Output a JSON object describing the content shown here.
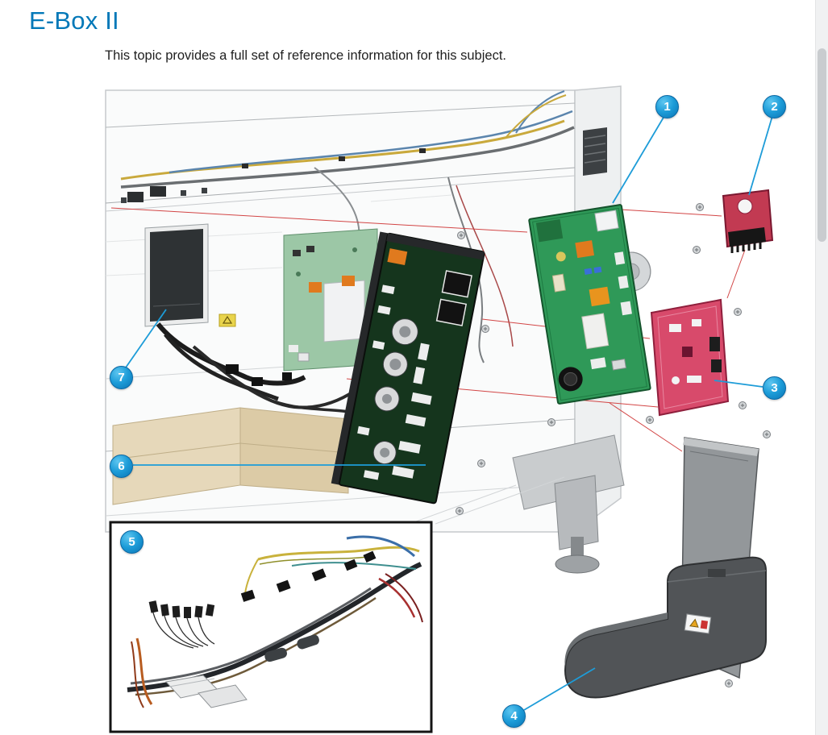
{
  "page": {
    "title": "E-Box II",
    "subtitle": "This topic provides a full set of reference information for this subject."
  },
  "colors": {
    "heading_blue": "#0278b8",
    "callout_blue": "#1d9cd8",
    "alignment_red": "#d24545",
    "pcb_green": "#2f9958",
    "pcb_pink": "#d84a6b",
    "pcb_red": "#c23a52",
    "cover_gray": "#515457"
  },
  "callouts": [
    {
      "number": "1"
    },
    {
      "number": "2"
    },
    {
      "number": "3"
    },
    {
      "number": "4"
    },
    {
      "number": "5"
    },
    {
      "number": "6"
    },
    {
      "number": "7"
    }
  ]
}
